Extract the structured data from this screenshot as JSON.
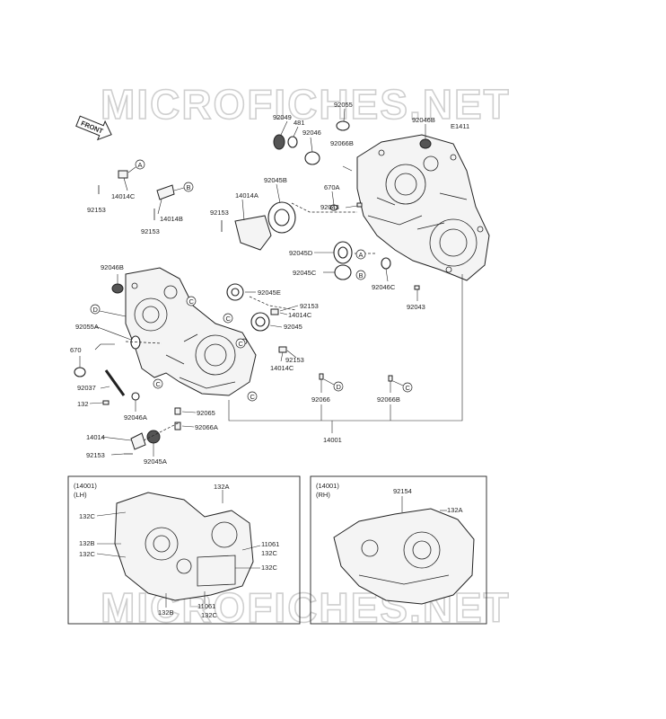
{
  "watermark": {
    "top": "MICROFICHES.NET",
    "bottom": "MICROFICHES.NET"
  },
  "front_label": "FRONT",
  "diagram_code": "E1411",
  "part_labels": {
    "p92049": "92049",
    "p481": "481",
    "p92055": "92055",
    "p92046": "92046",
    "p92066B": "92066B",
    "p92046B": "92046B",
    "p14014C_a": "14014C",
    "p92153_a": "92153",
    "p14014B": "14014B",
    "p92153_b": "92153",
    "p14014A": "14014A",
    "p92153_c": "92153",
    "p92045B": "92045B",
    "p670A": "670A",
    "p92043_a": "92043",
    "p92045D": "92045D",
    "p92045C": "92045C",
    "p92046C": "92046C",
    "p92043_b": "92043",
    "p92046B_2": "92046B",
    "p92045E": "92045E",
    "p92153_d": "92153",
    "p14014C_b": "14014C",
    "p92045": "92045",
    "p92153_e": "92153",
    "p14014C_c": "14014C",
    "p92055A": "92055A",
    "p670": "670",
    "p92037": "92037",
    "p132": "132",
    "p92046A": "92046A",
    "p92065": "92065",
    "p92066A": "92066A",
    "p14014": "14014",
    "p92153_f": "92153",
    "p92045A": "92045A",
    "p92066": "92066",
    "p92066B_2": "92066B",
    "p14001": "14001"
  },
  "callouts": {
    "A": "A",
    "B": "B",
    "C": "C",
    "D": "D"
  },
  "lh_box": {
    "header_ref": "(14001)",
    "header_side": "(LH)",
    "labels": {
      "l132A": "132A",
      "l132C_1": "132C",
      "l132B_1": "132B",
      "l132C_2": "132C",
      "l11061_1": "11061",
      "l132C_3": "132C",
      "l132C_4": "132C",
      "l132B_2": "132B",
      "l11061_2": "11061",
      "l132C_5": "132C"
    }
  },
  "rh_box": {
    "header_ref": "(14001)",
    "header_side": "(RH)",
    "labels": {
      "r92154": "92154",
      "r132A": "132A"
    }
  }
}
